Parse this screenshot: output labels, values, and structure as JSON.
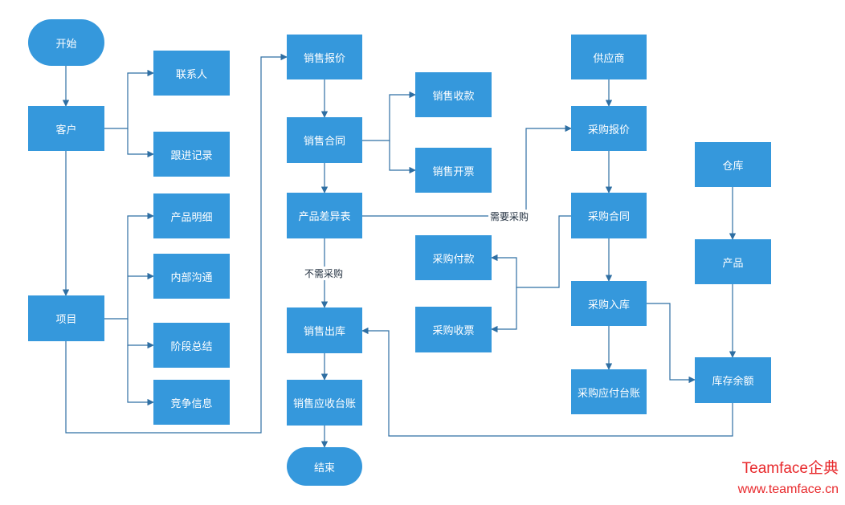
{
  "nodes": {
    "start": "开始",
    "customer": "客户",
    "contact": "联系人",
    "followup": "跟进记录",
    "product_detail": "产品明细",
    "internal_comm": "内部沟通",
    "stage_summary": "阶段总结",
    "competition": "竞争信息",
    "project": "项目",
    "sales_quote": "销售报价",
    "sales_contract": "销售合同",
    "sales_receipt": "销售收款",
    "sales_invoice": "销售开票",
    "product_diff": "产品差异表",
    "sales_outbound": "销售出库",
    "sales_ar_ledger": "销售应收台账",
    "end": "结束",
    "purchase_payment": "采购付款",
    "purchase_invoice": "采购收票",
    "supplier": "供应商",
    "purchase_quote": "采购报价",
    "purchase_contract": "采购合同",
    "purchase_inbound": "采购入库",
    "purchase_ap_ledger": "采购应付台账",
    "warehouse": "仓库",
    "product": "产品",
    "inventory_balance": "库存余额"
  },
  "edge_labels": {
    "need_purchase": "需要采购",
    "no_purchase": "不需采购"
  },
  "brand": {
    "name": "Teamface企典",
    "url": "www.teamface.cn"
  },
  "colors": {
    "node_fill": "#3598dc",
    "edge": "#2f6fa3",
    "brand": "#e8292c"
  }
}
